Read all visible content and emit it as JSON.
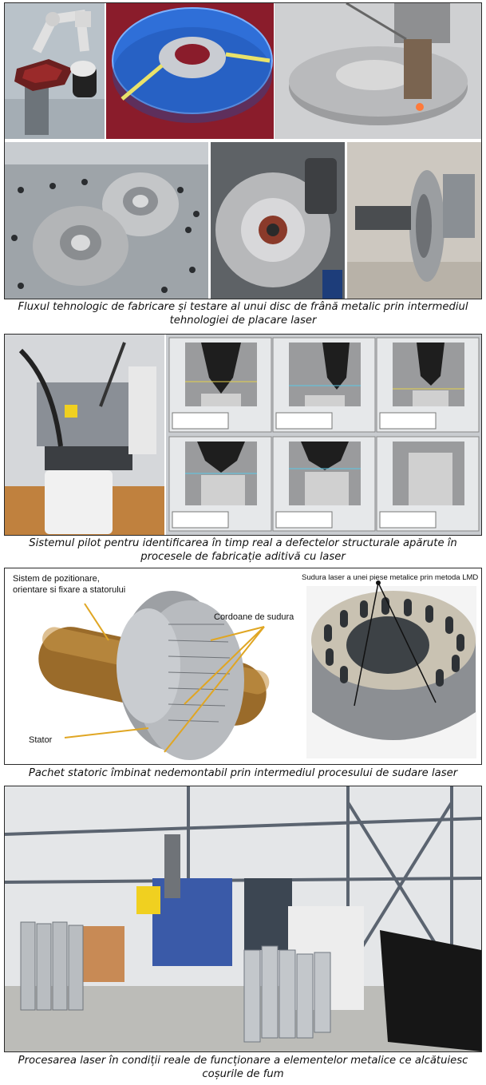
{
  "figures": [
    {
      "caption_line1": "Fluxul tehnologic de fabricare și testare al unui disc de frână metalic prin intermediul",
      "caption_line2": "tehnologiei de placare laser"
    },
    {
      "caption_line1": "Sistemul pilot pentru identificarea în timp real a defectelor structurale apărute în",
      "caption_line2": "procesele de fabricație aditivă cu laser"
    },
    {
      "caption_line1": "Pachet statoric îmbinat nedemontabil prin intermediul procesului de sudare laser",
      "labels": {
        "positioning_l1": "Sistem de pozitionare,",
        "positioning_l2": "orientare si fixare a statorului",
        "weld_seams": "Cordoane de sudura",
        "stator": "Stator",
        "lmd_title": "Sudura laser a unei piese metalice prin metoda LMD"
      }
    },
    {
      "caption_line1": "Procesarea laser în condiții reale de funcționare a elementelor metalice ce alcătuiesc",
      "caption_line2": "coșurile de fum"
    }
  ]
}
